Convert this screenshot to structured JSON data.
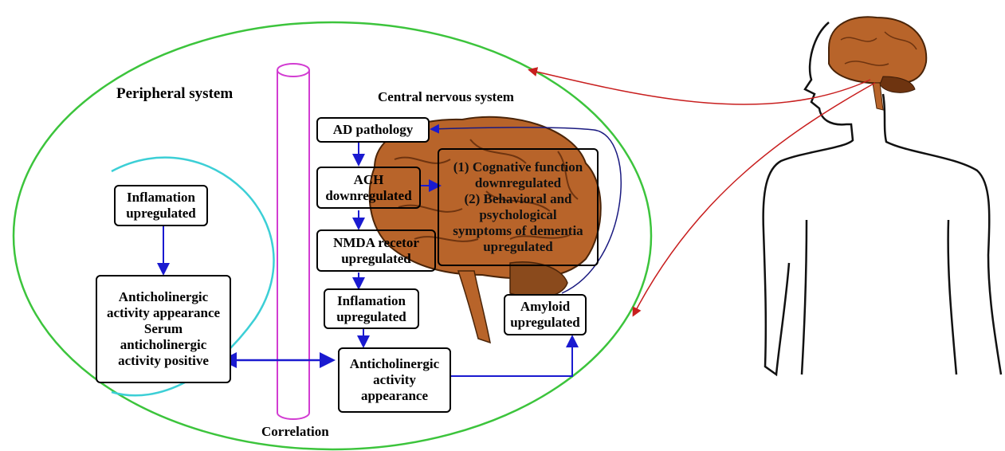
{
  "labels": {
    "peripheral": "Peripheral system",
    "central": "Central nervous system",
    "correlation": "Correlation"
  },
  "boxes": {
    "ad_pathology": "AD pathology",
    "ach_down": "ACH\ndownregulated",
    "nmda_up": "NMDA recetor\nupregulated",
    "inflam_central": "Inflamation\nupregulated",
    "anticholinergic_central": "Anticholinergic\nactivity\nappearance",
    "amyloid_up": "Amyloid\nupregulated",
    "cognitive": "(1) Cognative function\ndownregulated\n(2) Behavioral and\npsychological\nsymptoms of dementia\nupregulated",
    "inflam_peripheral": "Inflamation\nupregulated",
    "anticholinergic_peripheral": "Anticholinergic\nactivity appearance\nSerum\nanticholinergic\nactivity positive"
  },
  "colors": {
    "outer_ellipse": "#3cc43c",
    "tube": "#d23cd2",
    "arc": "#3ccfd6",
    "arrow_blue": "#1a1ad0",
    "feedback_navy": "#1a1a80",
    "arrow_red": "#c81e1e",
    "brain": "#b8642a",
    "brain_dark": "#6e3410"
  }
}
